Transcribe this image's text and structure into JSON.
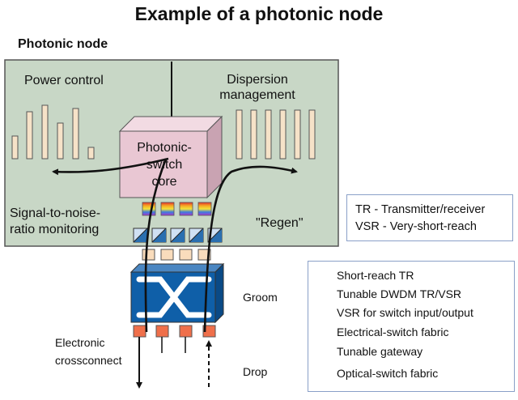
{
  "title": "Example of a photonic node",
  "subtitle": "Photonic node",
  "labels": {
    "power_control": "Power control",
    "dispersion_line1": "Dispersion",
    "dispersion_line2": "management",
    "core_line1": "Photonic-",
    "core_line2": "switch",
    "core_line3": "core",
    "snr_line1": "Signal-to-noise-",
    "snr_line2": "ratio monitoring",
    "regen": "\"Regen\"",
    "groom": "Groom",
    "drop": "Drop",
    "ecc_line1": "Electronic",
    "ecc_line2": "crossconnect"
  },
  "abbreviations": [
    "TR - Transmitter/receiver",
    "VSR - Very-short-reach"
  ],
  "legend": [
    {
      "label": "Short-reach TR",
      "icon": "short-reach-tr-icon"
    },
    {
      "label": "Tunable DWDM TR/VSR",
      "icon": "tunable-dwdm-icon"
    },
    {
      "label": "VSR for switch input/output",
      "icon": "vsr-icon"
    },
    {
      "label": "Electrical-switch fabric",
      "icon": "electrical-switch-icon"
    },
    {
      "label": "Tunable gateway",
      "icon": "tunable-gateway-icon"
    },
    {
      "label": "Optical-switch fabric",
      "icon": "optical-switch-icon"
    }
  ],
  "colors": {
    "panel": "#c8d7c6",
    "bar": "#f6e2c8",
    "core_front": "#e9c7d3",
    "short_reach_tr": "#ef6f4a",
    "tunable_dwdm": "#2a6fb0",
    "vsr": "#f9dcbc",
    "electrical_switch": "#0f5fa8",
    "legend_border": "#8aa0c8"
  }
}
